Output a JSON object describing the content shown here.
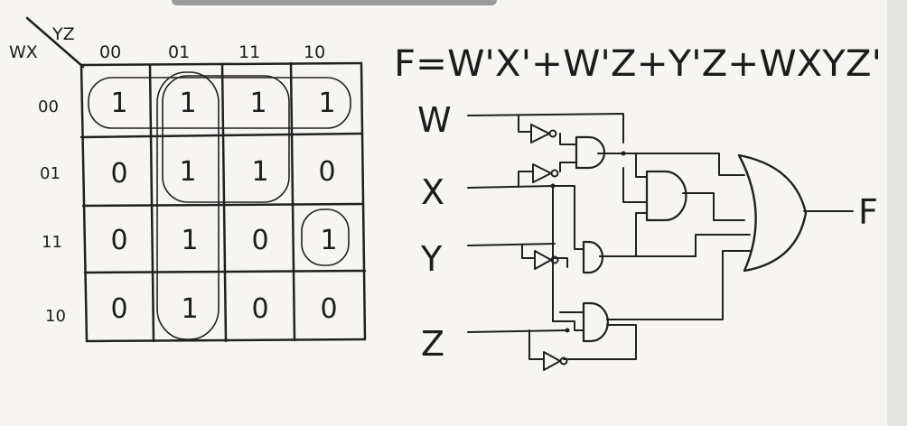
{
  "kmap": {
    "corner_top": "YZ",
    "corner_left": "WX",
    "col_labels": [
      "00",
      "01",
      "11",
      "10"
    ],
    "row_labels": [
      "00",
      "01",
      "11",
      "10"
    ],
    "cells": [
      [
        "1",
        "1",
        "1",
        "1"
      ],
      [
        "0",
        "1",
        "1",
        "0"
      ],
      [
        "0",
        "1",
        "0",
        "1"
      ],
      [
        "0",
        "1",
        "0",
        "0"
      ]
    ]
  },
  "equation": "F=W'X'+W'Z+Y'Z+WXYZ'",
  "circuit": {
    "inputs": [
      "W",
      "X",
      "Y",
      "Z"
    ],
    "output": "F",
    "ink_color": "#202020",
    "paper_color": "#f6f5f1"
  }
}
